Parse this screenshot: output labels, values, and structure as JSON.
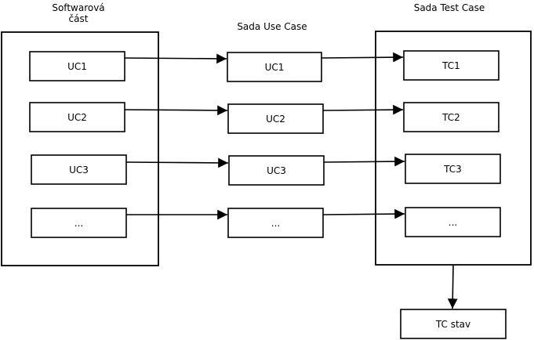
{
  "titles": {
    "software_line1": "Softwarová",
    "software_line2": "část",
    "usecase_set": "Sada Use Case",
    "testcase_set": "Sada Test Case"
  },
  "software_items": [
    "UC1",
    "UC2",
    "UC3",
    "..."
  ],
  "usecase_items": [
    "UC1",
    "UC2",
    "UC3",
    "..."
  ],
  "testcase_items": [
    "TC1",
    "TC2",
    "TC3",
    "..."
  ],
  "result": "TC stav"
}
